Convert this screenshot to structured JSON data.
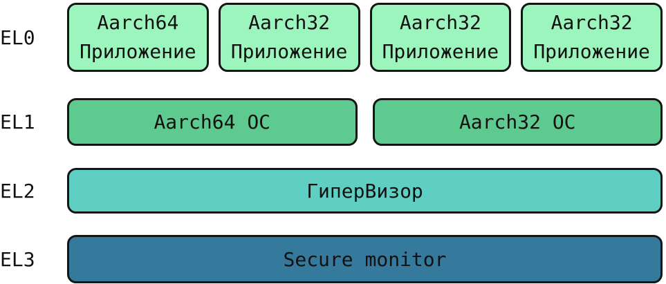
{
  "colors": {
    "el0": "#9df5be",
    "el1": "#5fca8f",
    "el2": "#5fcfc4",
    "el3": "#35799c",
    "border": "#141414",
    "text": "#111111"
  },
  "rows": [
    {
      "label": "EL0",
      "boxes": [
        [
          "Aarch64",
          "Приложение"
        ],
        [
          "Aarch32",
          "Приложение"
        ],
        [
          "Aarch32",
          "Приложение"
        ],
        [
          "Aarch32",
          "Приложение"
        ]
      ]
    },
    {
      "label": "EL1",
      "boxes": [
        [
          "Aarch64 ОС"
        ],
        [
          "Aarch32 ОС"
        ]
      ]
    },
    {
      "label": "EL2",
      "boxes": [
        [
          "ГиперВизор"
        ]
      ]
    },
    {
      "label": "EL3",
      "boxes": [
        [
          "Secure monitor"
        ]
      ]
    }
  ]
}
